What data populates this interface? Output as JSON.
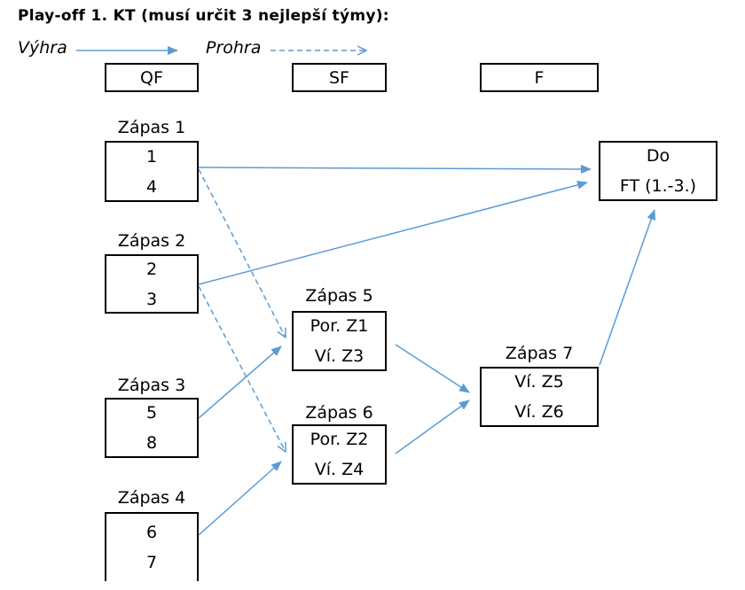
{
  "title": "Play-off 1. KT (musí určit 3 nejlepší týmy):",
  "legend": {
    "win": "Výhra",
    "loss": "Prohra"
  },
  "colors": {
    "arrow": "#5b9bd5",
    "border": "#000000"
  },
  "stages": [
    "QF",
    "SF",
    "F"
  ],
  "matches": [
    {
      "label": "Zápas 1",
      "lines": [
        "1",
        "4"
      ]
    },
    {
      "label": "Zápas 2",
      "lines": [
        "2",
        "3"
      ]
    },
    {
      "label": "Zápas 3",
      "lines": [
        "5",
        "8"
      ]
    },
    {
      "label": "Zápas 4",
      "lines": [
        "6",
        "7"
      ]
    },
    {
      "label": "Zápas 5",
      "lines": [
        "Por. Z1",
        "Ví. Z3"
      ]
    },
    {
      "label": "Zápas 6",
      "lines": [
        "Por. Z2",
        "Ví. Z4"
      ]
    },
    {
      "label": "Zápas 7",
      "lines": [
        "Ví. Z5",
        "Ví. Z6"
      ]
    }
  ],
  "final_box": {
    "lines": [
      "Do",
      "FT (1.-3.)"
    ]
  }
}
